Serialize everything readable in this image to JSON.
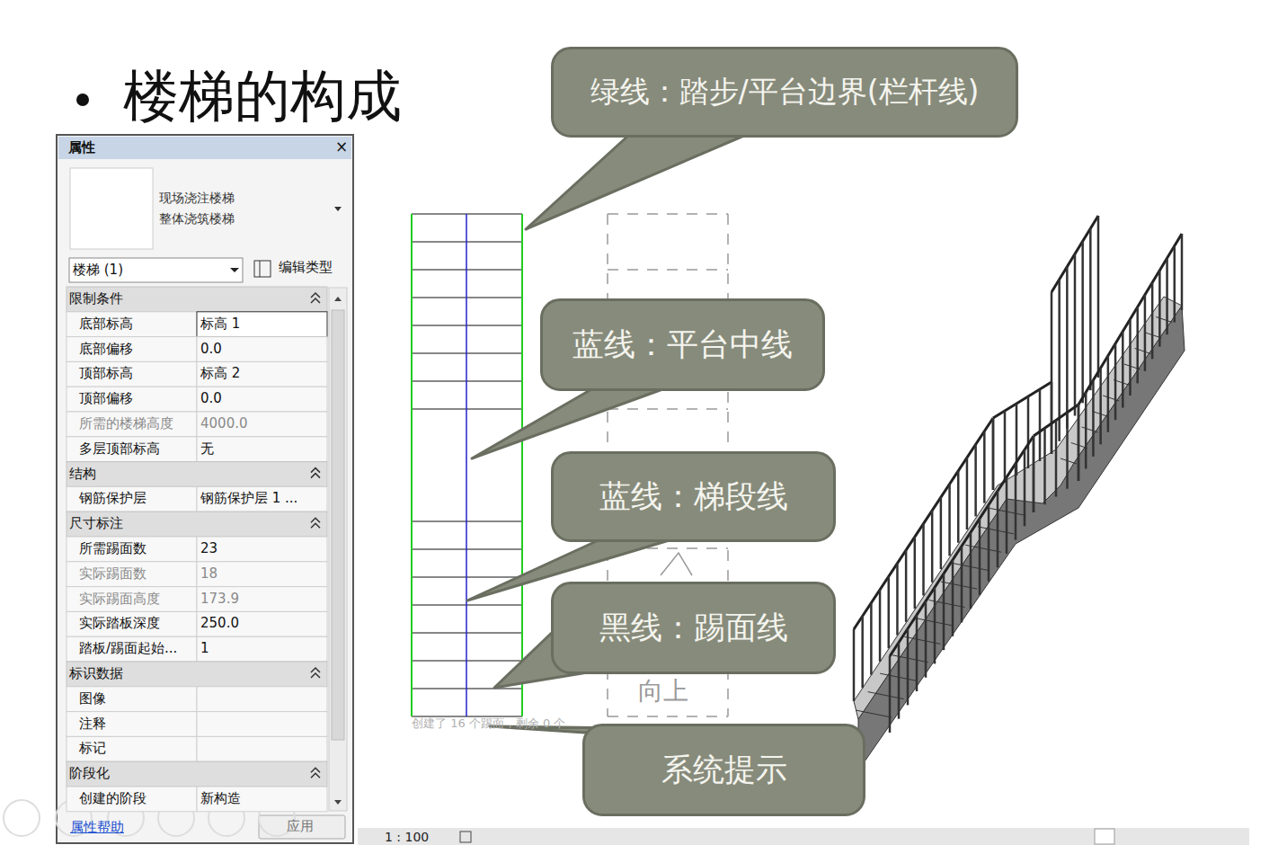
{
  "diagram": {
    "title": "楼梯的构成",
    "nodes": [
      {
        "text": [
          "绿线：踏步/平台边界(栏杆线)"
        ]
      },
      {
        "text": [
          "蓝线：平台中线"
        ]
      },
      {
        "text": [
          "蓝线：梯段线"
        ]
      },
      {
        "text": [
          "黑线：踢面线"
        ]
      },
      {
        "text": [
          "系统提示"
        ]
      }
    ],
    "labels": [
      "属性",
      "×",
      "现场浇注楼梯",
      "整体浇筑楼梯",
      "楼梯 (1)",
      "编辑类型",
      "限制条件",
      "底部标高",
      "标高 1",
      "底部偏移",
      "0.0",
      "顶部标高",
      "标高 2",
      "顶部偏移",
      "0.0",
      "所需的楼梯高度",
      "4000.0",
      "多层顶部标高",
      "无",
      "结构",
      "钢筋保护层",
      "钢筋保护层 1 ...",
      "尺寸标注",
      "所需踢面数",
      "23",
      "实际踢面数",
      "18",
      "实际踢面高度",
      "173.9",
      "实际踏板深度",
      "250.0",
      "踏板/踢面起始...",
      "1",
      "标识数据",
      "图像",
      "注释",
      "标记",
      "阶段化",
      "创建的阶段",
      "新构造",
      "属性帮助",
      "应用",
      "向上",
      "创建了 16 个踢面，剩余 0 个",
      "1 : 100"
    ]
  }
}
